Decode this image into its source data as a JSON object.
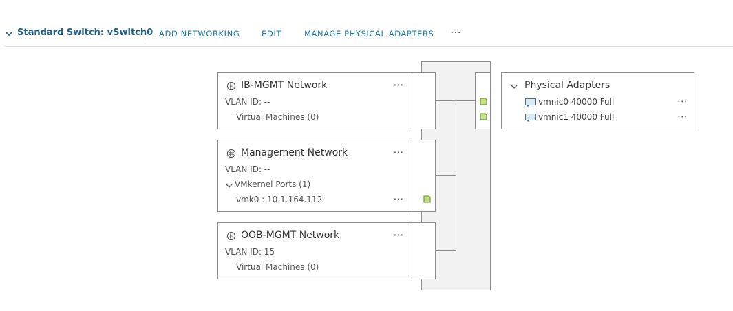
{
  "toolbar": {
    "title": "Standard Switch: vSwitch0",
    "actions": [
      "ADD NETWORKING",
      "EDIT",
      "MANAGE PHYSICAL ADAPTERS"
    ],
    "more": "⋯"
  },
  "port_groups": [
    {
      "name": "IB-MGMT Network",
      "vlan": "VLAN ID: --",
      "sub": "Virtual Machines (0)",
      "more": "⋯"
    },
    {
      "name": "Management Network",
      "vlan": "VLAN ID: --",
      "sub": "VMkernel Ports (1)",
      "vmk": "vmk0 : 10.1.164.112",
      "more": "⋯",
      "vmk_more": "⋯"
    },
    {
      "name": "OOB-MGMT Network",
      "vlan": "VLAN ID: 15",
      "sub": "Virtual Machines (0)",
      "more": "⋯"
    }
  ],
  "physical_adapters": {
    "title": "Physical Adapters",
    "items": [
      {
        "label": "vmnic0 40000 Full",
        "more": "⋯"
      },
      {
        "label": "vmnic1 40000 Full",
        "more": "⋯"
      }
    ]
  },
  "colors": {
    "link": "#1b7bb0",
    "title": "#1d5f8a",
    "port_fill": "#c5e08a",
    "port_stroke": "#5f8a1d",
    "border": "#8c8c8c",
    "switch_bg": "#f2f2f2"
  },
  "icons": [
    "chevron-down-icon",
    "port-group-globe-icon",
    "nic-icon",
    "ellipsis-icon"
  ]
}
